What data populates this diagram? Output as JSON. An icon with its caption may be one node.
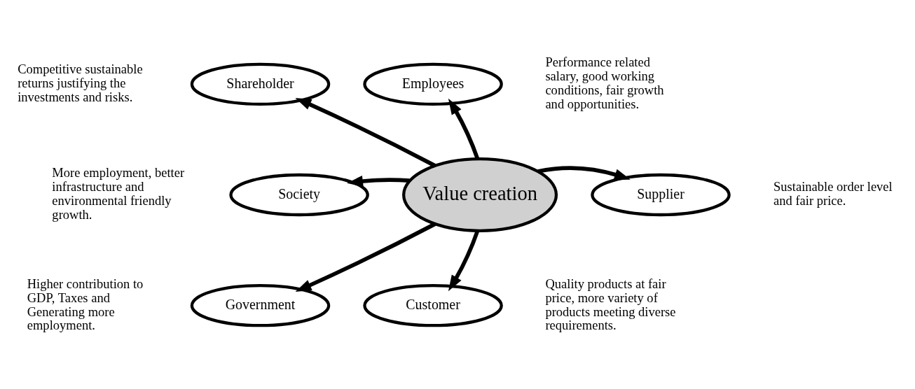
{
  "diagram": {
    "nodes": [
      {
        "text": [
          "Value creation"
        ]
      },
      {
        "text": [
          "Shareholder"
        ],
        "beside": [
          "Competitive sustainable returns justifying the investments and risks."
        ]
      },
      {
        "text": [
          "Employees"
        ],
        "beside": [
          "Performance related salary, good working conditions, fair growth and opportunities."
        ]
      },
      {
        "text": [
          "Society"
        ],
        "beside": [
          "More employment, better infrastructure and environmental friendly growth."
        ]
      },
      {
        "text": [
          "Supplier"
        ],
        "beside": [
          "Sustainable order level and fair price."
        ]
      },
      {
        "text": [
          "Government"
        ],
        "beside": [
          "Higher contribution to GDP, Taxes and Generating more employment."
        ]
      },
      {
        "text": [
          "Customer"
        ],
        "beside": [
          "Quality products at fair price, more variety of products meeting diverse requirements."
        ]
      }
    ],
    "edges": [
      {
        "from": 0,
        "to": 1,
        "arrow": "to"
      },
      {
        "from": 0,
        "to": 2,
        "arrow": "to"
      },
      {
        "from": 0,
        "to": 3,
        "arrow": "to"
      },
      {
        "from": 0,
        "to": 4,
        "arrow": "to"
      },
      {
        "from": 0,
        "to": 5,
        "arrow": "to"
      },
      {
        "from": 0,
        "to": 6,
        "arrow": "to"
      }
    ]
  }
}
